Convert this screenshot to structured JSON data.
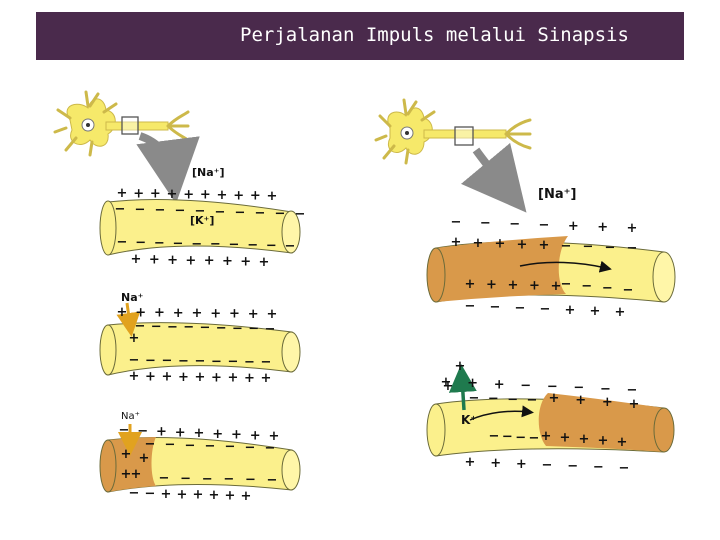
{
  "slide": {
    "title": "Perjalanan Impuls melalui Sinapsis"
  },
  "colors": {
    "title_bar": "#4a2a4c",
    "axon_fill": "#fbf08c",
    "axon_stroke": "#6b6b3a",
    "depolarized_fill": "#d9994a",
    "neuron_fill": "#f6e96a",
    "na_arrow": "#e1a21f",
    "k_arrow": "#1f7a4e",
    "curved_arrow": "#8a8a8a"
  },
  "icons": {
    "neuron": "neuron-cell-icon",
    "zoom_box": "zoom-square-icon",
    "curved_arrow": "curved-arrow-icon",
    "ion_arrow": "arrow-icon"
  },
  "labels": {
    "na_ion": "[Na⁺]",
    "k_ion": "[K⁺]",
    "na_plus": "Na⁺",
    "k_plus": "K⁺"
  }
}
